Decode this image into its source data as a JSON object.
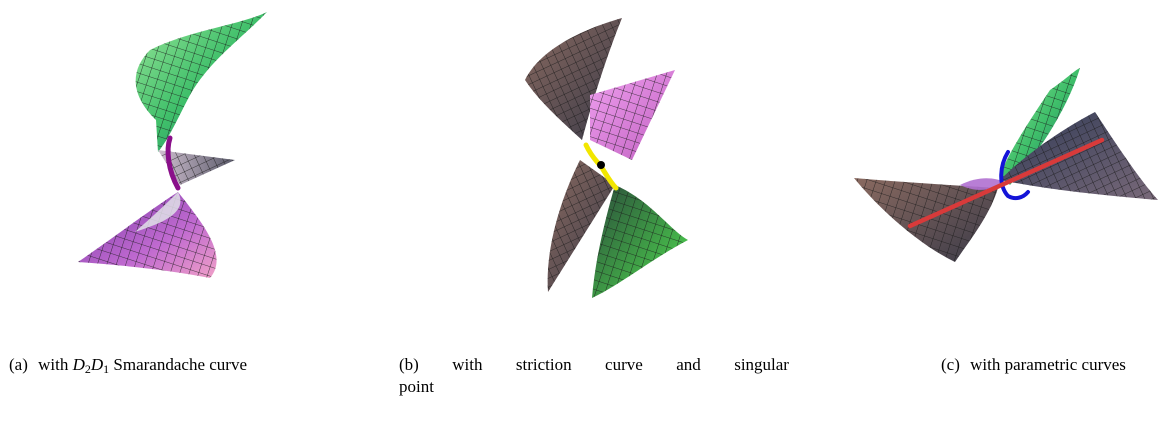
{
  "panels": [
    {
      "label": "(a)",
      "caption_pre": "with",
      "caption_math": {
        "D2": "D",
        "sub2": "2",
        "D1": "D",
        "sub1": "1"
      },
      "caption_post": "Smarandache curve",
      "curve_color": "#8a0f8a"
    },
    {
      "label": "(b)",
      "caption_line1_words": [
        "with",
        "striction",
        "curve",
        "and",
        "singular"
      ],
      "caption_line2": "point",
      "curve_color": "#f2e600",
      "point_color": "#000000"
    },
    {
      "label": "(c)",
      "caption_text": "with parametric curves",
      "curve_colors": [
        "#1414d8",
        "#d83a3a"
      ]
    }
  ],
  "colors": {
    "surface_green": "#3fbf6a",
    "surface_magenta": "#d86ad8",
    "surface_brown": "#7a5a55",
    "mesh": "#1a1a1a"
  }
}
